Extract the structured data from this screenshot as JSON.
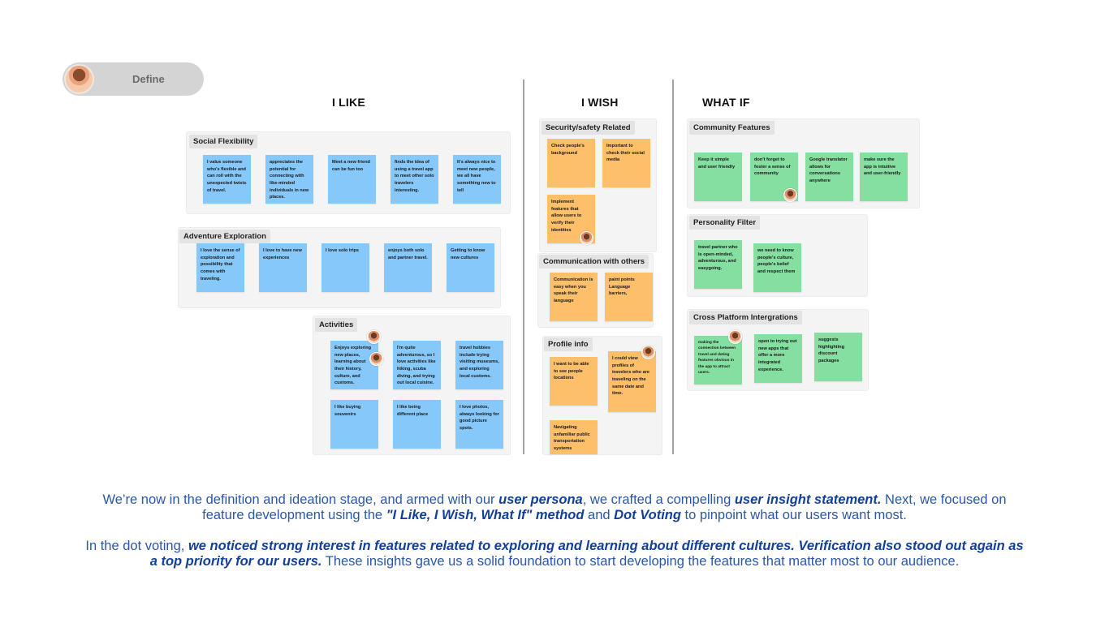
{
  "header": {
    "pill_label": "Define",
    "avatar_icon": "user-avatar"
  },
  "columns": {
    "like": "I LIKE",
    "wish": "I WISH",
    "whatif": "WHAT IF"
  },
  "like": {
    "social": {
      "label": "Social Flexibility",
      "notes": [
        "I value someone who's flexible and can roll with the unexpected twists of travel.",
        "appreciates the potential for connecting with like-minded individuals in new places.",
        "Meet a new friend can be fun too",
        "finds the idea of using a travel app to meet other solo travelers interesting.",
        "It's always nice to meet new people, we all have something new to tell"
      ]
    },
    "adventure": {
      "label": "Adventure Exploration",
      "notes": [
        "I love the sense of exploration and possibility that comes with traveling.",
        "I love to have new experiences",
        "I love solo trips",
        "enjoys both solo and partner travel.",
        "Getting to know new cultures"
      ]
    },
    "activities": {
      "label": "Activities",
      "notes": [
        "Enjoys exploring new places, learning about their history, culture, and customs.",
        "I'm quite adventurous, so I love activities like hiking, scuba diving, and trying out local cuisine.",
        "travel hobbies include trying visiting museums, and exploring local customs.",
        "I like buying souvenirs",
        "I like being different place",
        "I love photos, always looking for good picture spots."
      ]
    }
  },
  "wish": {
    "security": {
      "label": "Security/safety Related",
      "notes": [
        "Check people's background",
        "Important to check their social media",
        "Implement features that allow users to verify their identities"
      ]
    },
    "communication": {
      "label": "Communication with others",
      "notes": [
        "Communication is easy when you speak their language",
        "paint points Language barriers,"
      ]
    },
    "profile": {
      "label": "Profile info",
      "notes": [
        "I want to be able to see people locations",
        "I could view profiles of travelers who are traveling on the same date and time.",
        "Navigating unfamiliar public transportation systems"
      ]
    }
  },
  "whatif": {
    "community": {
      "label": "Community Features",
      "notes": [
        "Keep it simple and user friendly",
        "don't forget to foster a sense of community",
        "Google translator allows for conversations anywhere",
        "make sure the app is intuitive and user-friendly"
      ]
    },
    "personality": {
      "label": "Personality Filter",
      "notes": [
        "travel partner who is open-minded, adventurous, and easygoing.",
        "we need to know people's culture, people's belief and respect them"
      ]
    },
    "cross": {
      "label": "Cross Platform Intergrations",
      "notes": [
        "making the connection between travel and dating features obvious in the app to attract users.",
        "open to trying out new apps that offer a more integrated experience.",
        "suggests highlighting discount packages"
      ]
    }
  },
  "description": {
    "p1": {
      "t1": "We’re now in the definition and ideation stage, and armed with our ",
      "b1": "user persona",
      "t2": ", we crafted a compelling ",
      "b2": "user insight statement.",
      "t3": " Next, we focused on feature development using the ",
      "b3": "\"I Like, I Wish, What If\" method",
      "t4": " and ",
      "b4": "Dot Voting",
      "t5": " to pinpoint what our users want most."
    },
    "p2": {
      "t1": "In the dot voting, ",
      "b1": "we noticed strong interest in features related to exploring and learning about different cultures. Verification also stood out again as a top priority for our users.",
      "t2": " These insights gave us a solid foundation to start developing the features that matter most to our audience."
    }
  },
  "colors": {
    "blue_note": "#86c8fa",
    "orange_note": "#fdbf6a",
    "green_note": "#84dfa0",
    "text_blue": "#2b57a8"
  }
}
